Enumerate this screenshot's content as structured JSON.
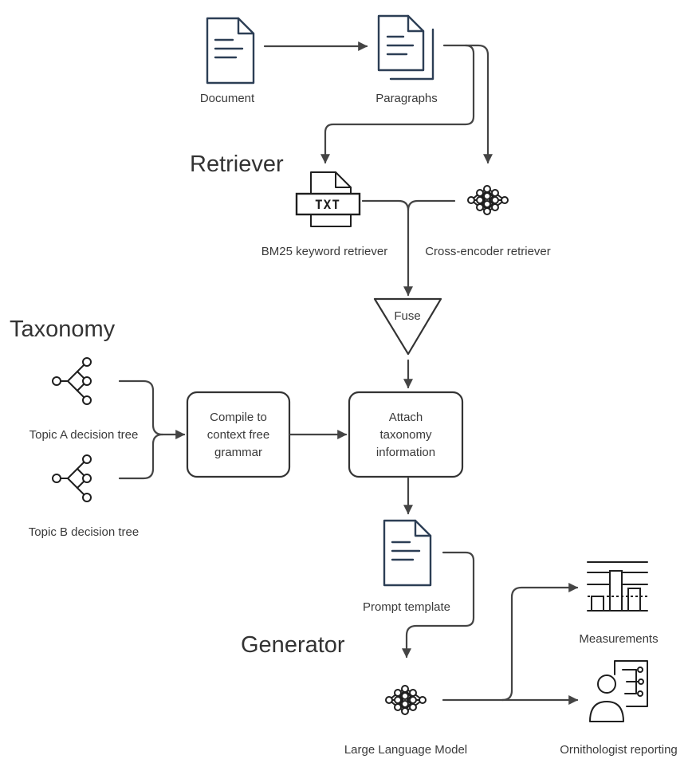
{
  "sections": {
    "retriever": "Retriever",
    "taxonomy": "Taxonomy",
    "generator": "Generator"
  },
  "nodes": {
    "document": "Document",
    "paragraphs": "Paragraphs",
    "bm25": "BM25 keyword retriever",
    "txt_badge": "TXT",
    "cross_encoder": "Cross-encoder retriever",
    "fuse": "Fuse",
    "topic_a": "Topic A decision tree",
    "topic_b": "Topic B decision tree",
    "compile": [
      "Compile to",
      "context free",
      "grammar"
    ],
    "attach": [
      "Attach",
      "taxonomy",
      "information"
    ],
    "prompt_template": "Prompt template",
    "llm": "Large Language Model",
    "measurements": "Measurements",
    "ornithologist": "Ornithologist reporting"
  },
  "icons": {
    "document": "document-icon",
    "paragraphs": "paragraphs-stack-icon",
    "bm25": "txt-file-icon",
    "cross_encoder": "neural-network-icon",
    "topic_a": "decision-tree-icon",
    "topic_b": "decision-tree-icon",
    "prompt_template": "document-icon",
    "llm": "neural-network-icon",
    "measurements": "bar-chart-icon",
    "ornithologist": "person-data-icon"
  },
  "colors": {
    "doc_icon": "#2c3e55",
    "line": "#444444",
    "text": "#3a3a3a"
  }
}
